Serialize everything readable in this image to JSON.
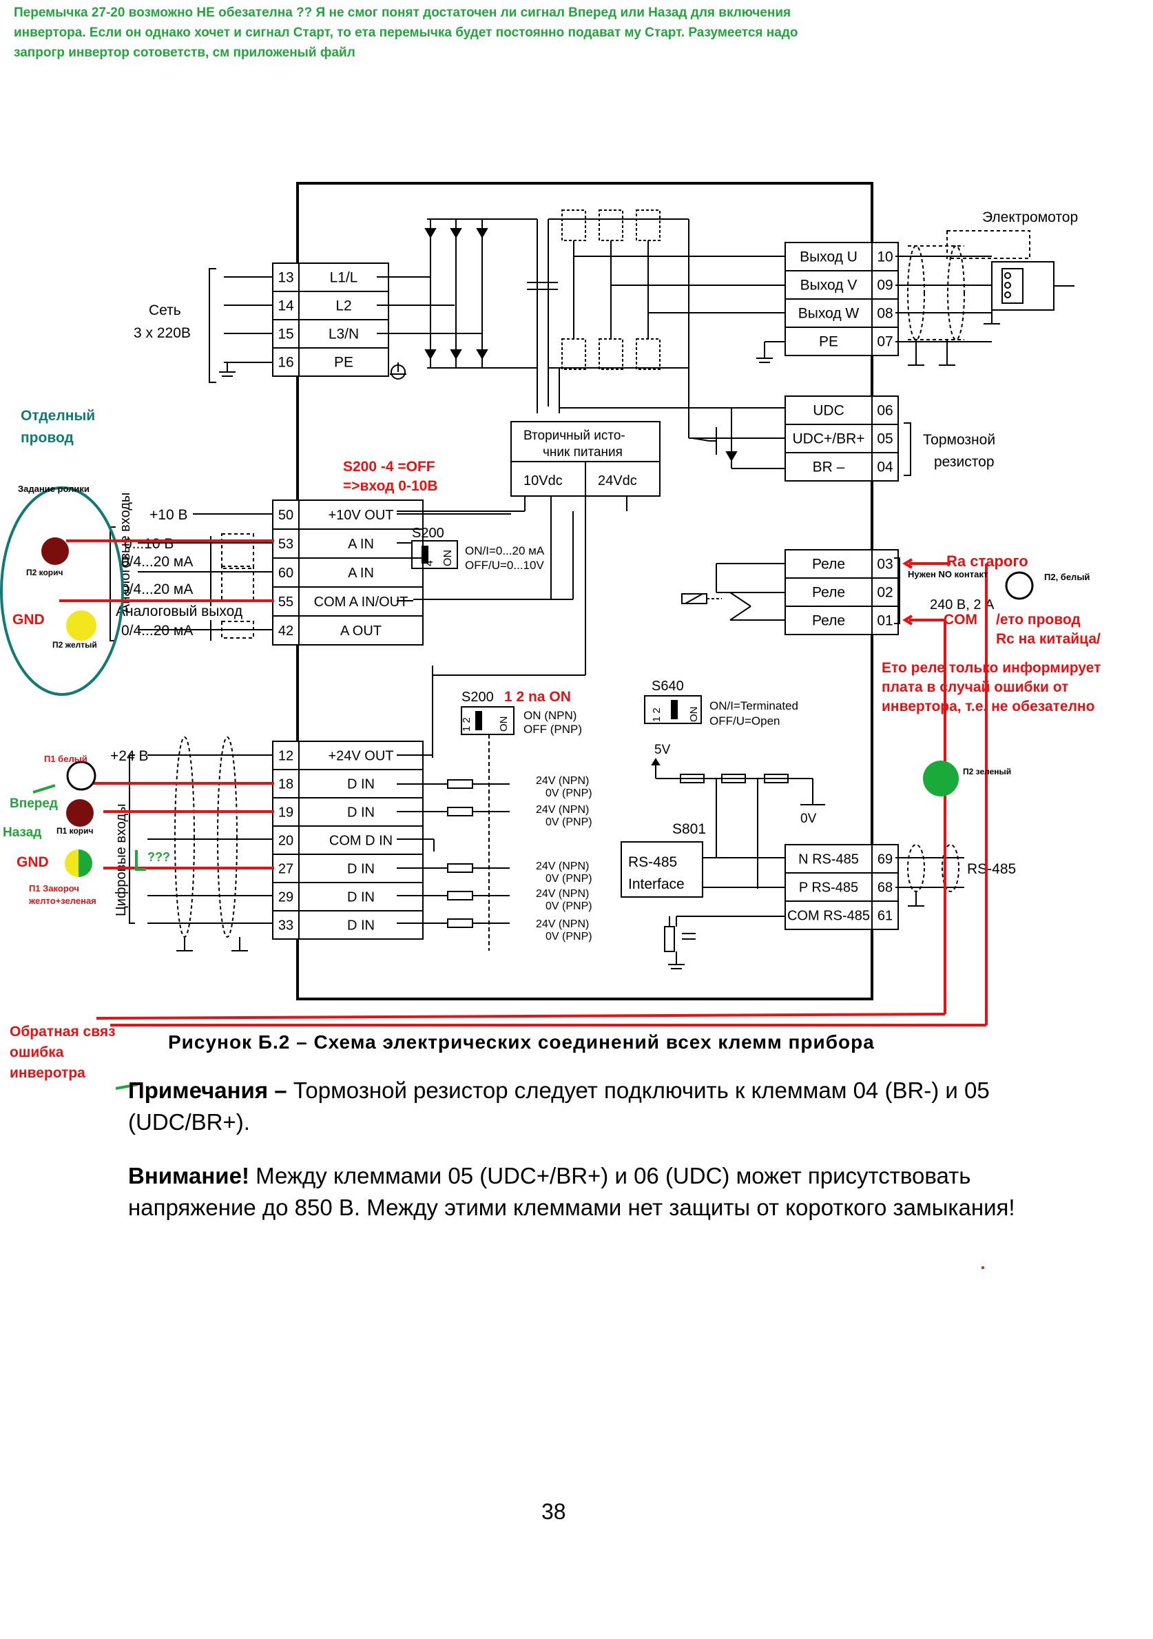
{
  "top_note": "Перемычка 27-20 возможно НЕ обезателна ?? Я не смог понят достаточен ли сигнал Вперед или Назад для включения инвертора. Если он однако хочет и сигнал Старт, то ета перемычка будет постоянно подават му Старт. Разумеется надо запрогр инвертор сотоветств, см приложеный файл",
  "terminals": {
    "left_top": [
      {
        "num": "13",
        "label": "L1/L"
      },
      {
        "num": "14",
        "label": "L2"
      },
      {
        "num": "15",
        "label": "L3/N"
      },
      {
        "num": "16",
        "label": "PE"
      }
    ],
    "left_analog": [
      {
        "num": "50",
        "label": "+10V OUT"
      },
      {
        "num": "53",
        "label": "A IN"
      },
      {
        "num": "60",
        "label": "A IN"
      },
      {
        "num": "55",
        "label": "COM A IN/OUT"
      },
      {
        "num": "42",
        "label": "A OUT"
      }
    ],
    "left_digital": [
      {
        "num": "12",
        "label": "+24V OUT"
      },
      {
        "num": "18",
        "label": "D IN"
      },
      {
        "num": "19",
        "label": "D IN"
      },
      {
        "num": "20",
        "label": "COM D IN"
      },
      {
        "num": "27",
        "label": "D IN"
      },
      {
        "num": "29",
        "label": "D IN"
      },
      {
        "num": "33",
        "label": "D IN"
      }
    ],
    "right_motor": [
      {
        "num": "10",
        "label": "Выход U"
      },
      {
        "num": "09",
        "label": "Выход V"
      },
      {
        "num": "08",
        "label": "Выход W"
      },
      {
        "num": "07",
        "label": "PE"
      }
    ],
    "right_brake": [
      {
        "num": "06",
        "label": "UDC"
      },
      {
        "num": "05",
        "label": "UDC+/BR+"
      },
      {
        "num": "04",
        "label": "BR –"
      }
    ],
    "right_relay": [
      {
        "num": "03",
        "label": "Реле"
      },
      {
        "num": "02",
        "label": "Реле"
      },
      {
        "num": "01",
        "label": "Реле"
      }
    ],
    "right_rs485": [
      {
        "num": "69",
        "label": "N RS-485"
      },
      {
        "num": "68",
        "label": "P RS-485"
      },
      {
        "num": "61",
        "label": "COM RS-485"
      }
    ]
  },
  "labels": {
    "motor": "Электромотор",
    "mains_1": "Сеть",
    "mains_2": "3 х 220В",
    "brake_1": "Тормозной",
    "brake_2": "резистор",
    "psu_1": "Вторичный исто-",
    "psu_2": "чник питания",
    "psu_10v": "10Vdc",
    "psu_24v": "24Vdc",
    "s200": "S200",
    "s200_on": "ON",
    "s200_4": "4",
    "s200_opt1": "ON/I=0...20 мА",
    "s200_opt2": "OFF/U=0...10V",
    "plus10v": "+10 В",
    "range_1": "0...10 В",
    "range_2": "0/4...20 мА",
    "range_3": "0/4...20 мА",
    "range_4": "0/4...20 мА",
    "analog_in_vert": "Аналоговые входы",
    "analog_out": "Аналоговый выход",
    "s200b": "S200",
    "s200b_12": "1 2",
    "s200b_on": "ON",
    "s200b_opt1": "ON  (NPN)",
    "s200b_opt2": "OFF  (PNP)",
    "s640": "S640",
    "s640_12": "1 2",
    "s640_on": "ON",
    "s640_opt1": "ON/I=Terminated",
    "s640_opt2": "OFF/U=Open",
    "v5": "5V",
    "v0": "0V",
    "s801": "S801",
    "rs_iface_1": "RS-485",
    "rs_iface_2": "Interface",
    "rs485": "RS-485",
    "relay_volt": "240 В, 2 А",
    "plus24v": "+24 В",
    "digital_vert": "Цифровые входы",
    "npn1": "24V (NPN)",
    "pnp1": "0V (PNP)",
    "npn2": "24V (NPN)",
    "pnp2": "0V (PNP)",
    "npn3": "24V (NPN)",
    "pnp3": "0V (PNP)",
    "npn4": "24V (NPN)",
    "pnp4": "0V (PNP)",
    "npn5": "24V (NPN)",
    "pnp5": "0V (PNP)"
  },
  "annotations": {
    "separate_wire_1": "Отделный",
    "separate_wire_2": "провод",
    "roller_setting": "Задание ролики",
    "p2_brown": "П2 корич",
    "gnd_left": "GND",
    "p2_yellow": "П2 желтый",
    "s200_off_1": "S200 -4      =OFF",
    "s200_off_2": "=>вход 0-10В",
    "s200_12_on": "1 2 na ON",
    "p1_white": "П1 белый",
    "forward": "Вперед",
    "backward": "Назад",
    "p1_brown": "П1 корич",
    "gnd_digital": "GND",
    "qqq": "???",
    "p1_short_1": "П1 Закороч",
    "p1_short_2": "желто+зеленая",
    "ra_old": "Ra старого",
    "need_no": "Нужен NO контакт",
    "p2_white": "П2, белый",
    "com": "COM",
    "rc_wire_1": "/ето провод",
    "rc_wire_2": "Rc на китайца/",
    "relay_note_1": "Ето реле только информирует",
    "relay_note_2": "плата в случай ошибки от",
    "relay_note_3": "инвертора, т.е. не обезателно",
    "p2_green": "П2 зеленый",
    "feedback_1": "Обратная связ",
    "feedback_2": "ошибка",
    "feedback_3": "инверотра"
  },
  "caption": "Рисунок Б.2 – Схема электрических соединений всех клемм прибора",
  "note_bold": "Примечания –",
  "note_text": " Тормозной резистор следует подключить к клеммам 04 (BR-) и 05 (UDC/BR+).",
  "warn_bold": "Внимание!",
  "warn_text": "  Между клеммами 05 (UDC+/BR+) и 06 (UDC) может присутствовать напряжение до 850 В. Между этими клеммами нет защиты от короткого замыкания!",
  "page_number": "38",
  "colors": {
    "red": "#e81010",
    "green_text": "#22a53a",
    "teal": "#0f7b74",
    "dark_red": "#7a0d0d",
    "yellow": "#f2e61c",
    "green_dot": "#1aaa3a"
  }
}
